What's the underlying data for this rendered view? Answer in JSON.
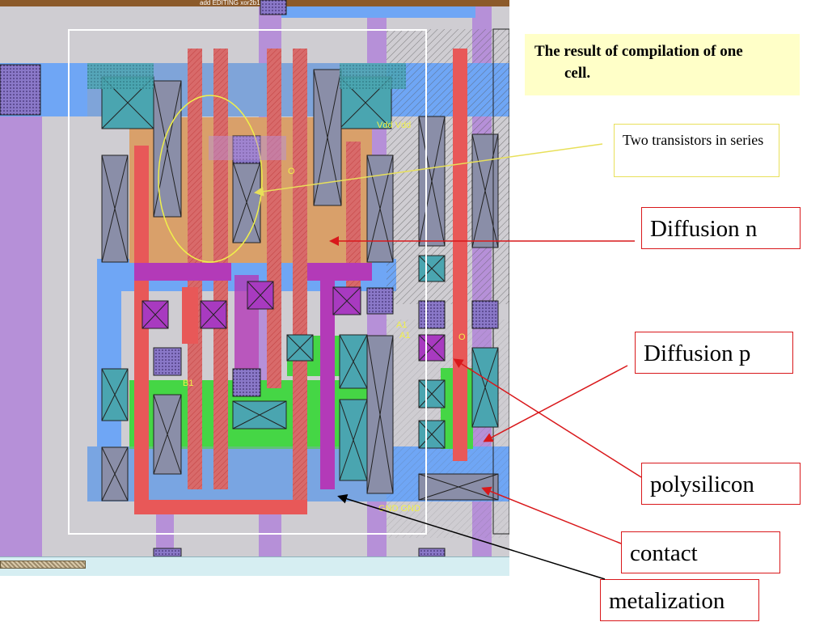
{
  "window": {
    "title": "add EDITING xor2b1"
  },
  "notes": {
    "title_line1": "The result of compilation of one",
    "title_line2": "cell.",
    "series_note": "Two transistors in series"
  },
  "labels": {
    "diffusion_n": "Diffusion n",
    "diffusion_p": "Diffusion p",
    "polysilicon": "polysilicon",
    "contact": "contact",
    "metalization": "metalization"
  },
  "node_labels": {
    "vdd": "Vdd Vdd",
    "o_top": "O",
    "a1_1": "A1",
    "a1_2": "A1",
    "o_mid": "O",
    "b1": "B1",
    "gnd": "GND GND"
  },
  "colors": {
    "metal1": "#5b9bff",
    "metal2": "#b07fe0",
    "poly": "#e84d4d",
    "ndiff": "#d9a06a",
    "pdiff": "#45d645",
    "contact": "#a83ac0",
    "via": "#7a5cc0",
    "background": "#cfcdd2",
    "annotation_red": "#d9181b",
    "annotation_yellow": "#e8e05a"
  }
}
